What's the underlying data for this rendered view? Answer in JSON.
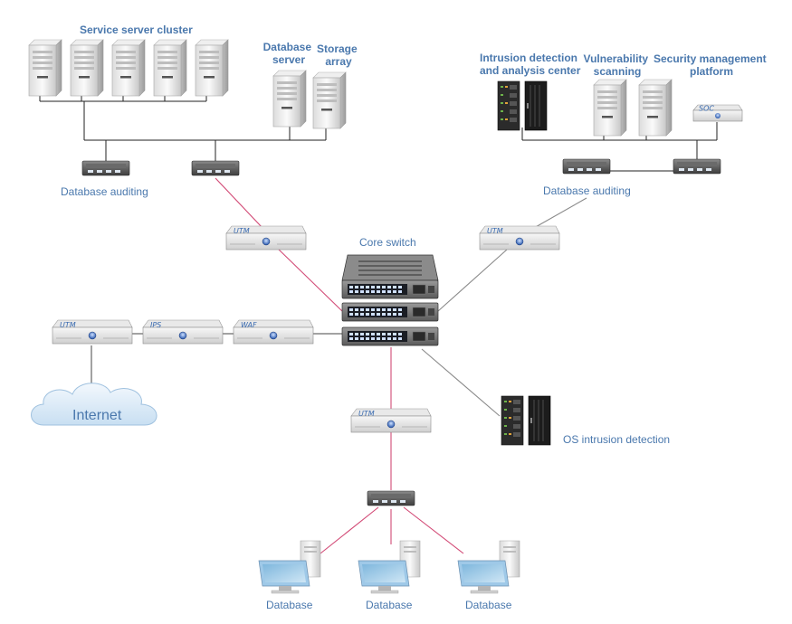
{
  "labels": {
    "service_cluster": "Service server cluster",
    "database_server": [
      "Database",
      "server"
    ],
    "storage_array": [
      "Storage",
      "array"
    ],
    "db_auditing_left": "Database auditing",
    "intrusion_center": [
      "Intrusion detection",
      "and analysis center"
    ],
    "vuln_scanning": [
      "Vulnerability",
      "scanning"
    ],
    "security_platform": [
      "Security management",
      "platform"
    ],
    "db_auditing_right": "Database auditing",
    "core_switch": "Core switch",
    "os_intrusion": "OS intrusion detection",
    "internet": "Internet",
    "database_1": "Database",
    "database_2": "Database",
    "database_3": "Database"
  },
  "devices": {
    "utm_top_left": "UTM",
    "utm_top_right": "UTM",
    "utm_left": "UTM",
    "ips": "IPS",
    "waf": "WAF",
    "utm_bottom": "UTM",
    "soc": "SOC"
  },
  "colors": {
    "label": "#4a78ad",
    "link_red": "#d24a76",
    "link_gray": "#8a8a8a",
    "link_black": "#222222"
  }
}
